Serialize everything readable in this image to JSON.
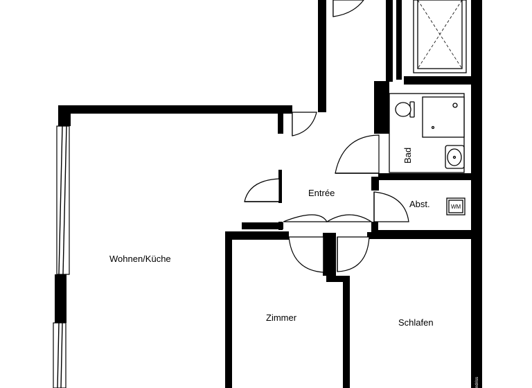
{
  "floorplan": {
    "rooms": {
      "living_kitchen": "Wohnen/Küche",
      "hall": "Entrée",
      "bathroom": "Bad",
      "storage": "Abst.",
      "room": "Zimmer",
      "bedroom": "Schlafen"
    },
    "appliances": {
      "washing_machine": "WM"
    },
    "side_text": "ndriss"
  }
}
